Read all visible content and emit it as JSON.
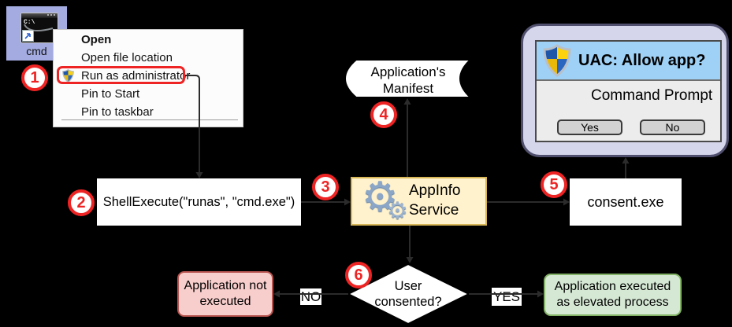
{
  "desktop_icon": {
    "label": "cmd"
  },
  "cmd_icon": {
    "prompt": "C:\\"
  },
  "context_menu": {
    "items": [
      {
        "label": "Open"
      },
      {
        "label": "Open file location"
      },
      {
        "label": "Run as administrator"
      },
      {
        "label": "Pin to Start"
      },
      {
        "label": "Pin to taskbar"
      }
    ]
  },
  "badges": [
    "1",
    "2",
    "3",
    "4",
    "5",
    "6"
  ],
  "shellexecute": {
    "label": "ShellExecute(\"runas\", \"cmd.exe\")"
  },
  "manifest": {
    "line1": "Application's",
    "line2": "Manifest"
  },
  "appinfo": {
    "line1": "AppInfo",
    "line2": "Service",
    "gear_glyph": "⚙"
  },
  "uac": {
    "title": "UAC: Allow app?",
    "app_name": "Command Prompt",
    "yes_label": "Yes",
    "no_label": "No"
  },
  "consent": {
    "label": "consent.exe"
  },
  "decision": {
    "line1": "User",
    "line2": "consented?",
    "no_label": "NO",
    "yes_label": "YES"
  },
  "outcome_no": {
    "line1": "Application not",
    "line2": "executed"
  },
  "outcome_yes": {
    "line1": "Application executed",
    "line2": "as elevated process"
  },
  "colors": {
    "background": "#000000",
    "badge_red": "#ee2424",
    "highlight_red": "#ee2424",
    "selection_blue": "#a3abe0",
    "appinfo_fill": "#fff2cc",
    "appinfo_border": "#d6b656",
    "uac_panel_fill": "#d5d5eb",
    "uac_panel_border": "#50506e",
    "uac_header_blue": "#9fd1f7",
    "outcome_no_fill": "#f8cecc",
    "outcome_no_border": "#b85450",
    "outcome_yes_fill": "#d5e8d4",
    "outcome_yes_border": "#82b366"
  }
}
